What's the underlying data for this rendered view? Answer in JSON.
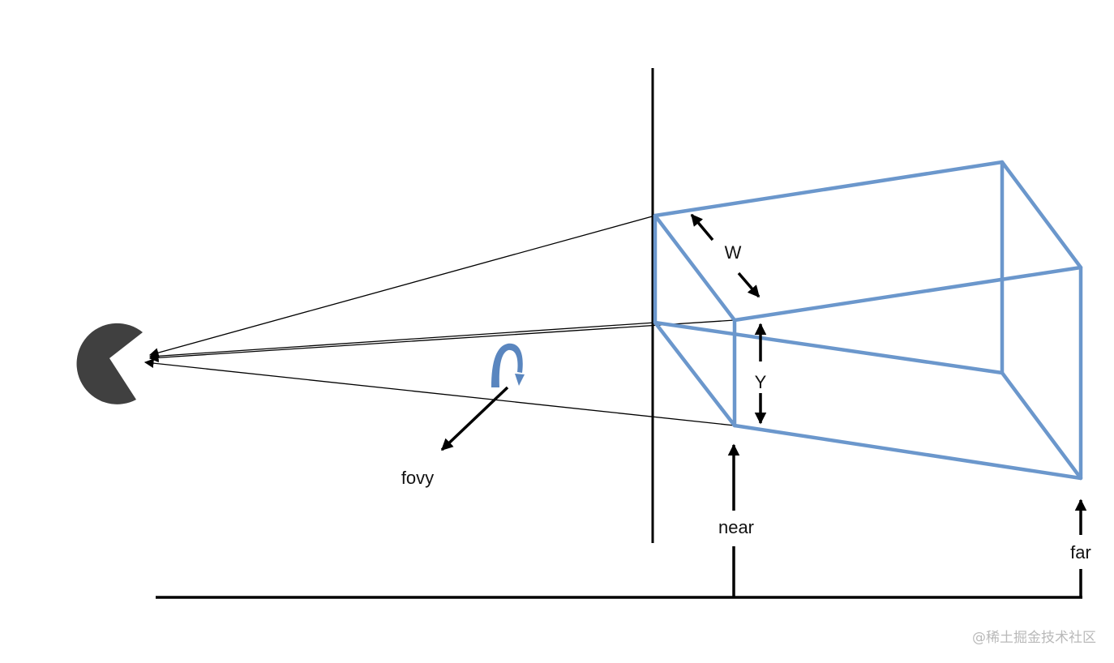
{
  "labels": {
    "width": "W",
    "height": "Y",
    "field_of_view": "fovy",
    "near_plane": "near",
    "far_plane": "far"
  },
  "watermark": "@稀土掘金技术社区",
  "colors": {
    "frustum": "#6b97cc",
    "rotation_arrow": "#5a86bf",
    "eye": "#404040",
    "ink": "#000000"
  },
  "icons": {
    "eye": "pacman-eye-icon",
    "rotation": "curved-rotation-arrow-icon"
  }
}
